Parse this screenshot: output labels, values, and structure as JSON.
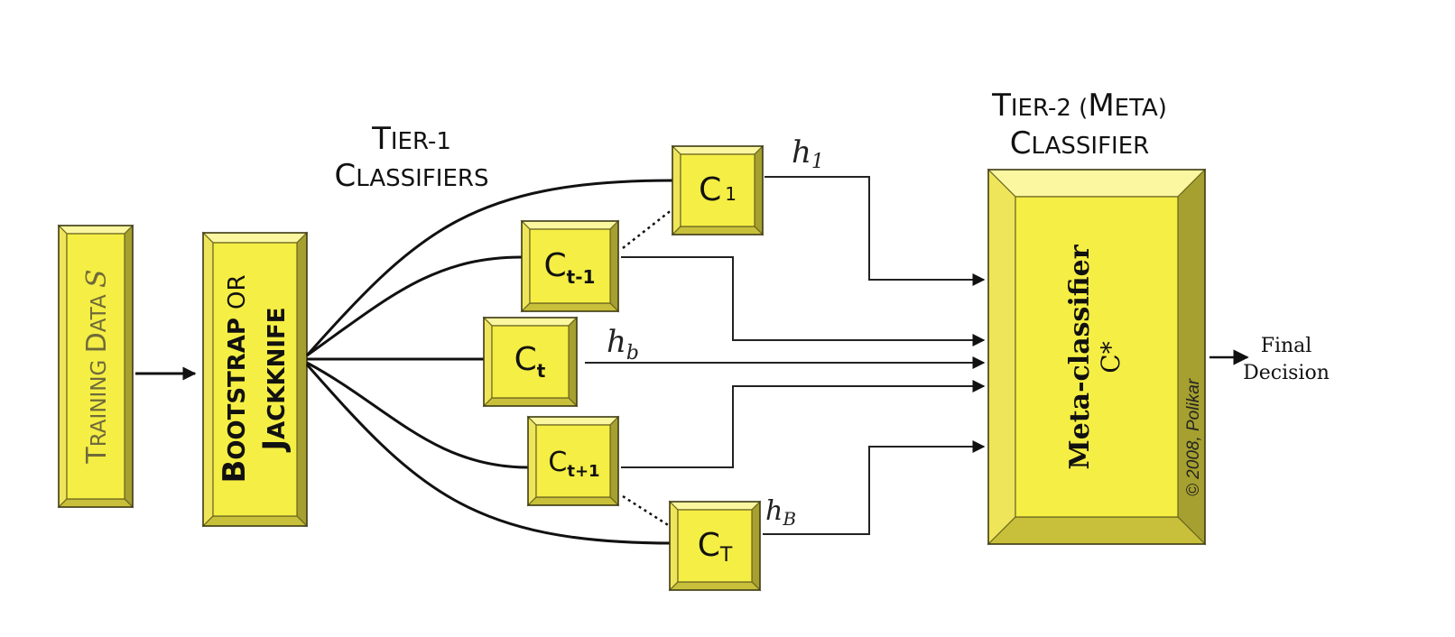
{
  "tier1": {
    "line1_initial": "T",
    "line1_rest": "IER-1",
    "line2_initial": "C",
    "line2_rest": "LASSIFIERS"
  },
  "tier2": {
    "line1_initial": "T",
    "line1_rest": "IER-2 (",
    "line1_initial2": "M",
    "line1_rest2": "ETA)",
    "line2_initial": "C",
    "line2_rest": "LASSIFIER"
  },
  "training": {
    "w1_initial": "T",
    "w1_rest": "RAINING ",
    "w2_initial": "D",
    "w2_rest": "ATA ",
    "set": "S"
  },
  "sampler": {
    "w1_initial": "B",
    "w1_rest": "OOTSTRAP ",
    "or": "OR",
    "w2_initial": "J",
    "w2_rest": "ACKKNIFE"
  },
  "classifiers": [
    {
      "base": "C",
      "sub": "1"
    },
    {
      "base": "C",
      "sub": "t-1"
    },
    {
      "base": "C",
      "sub": "t"
    },
    {
      "base": "C",
      "sub": "t+1"
    },
    {
      "base": "C",
      "sub": "T"
    }
  ],
  "hypotheses": {
    "h1": {
      "base": "h",
      "sub": "1"
    },
    "hb": {
      "base": "h",
      "sub": "b"
    },
    "hB": {
      "base": "h",
      "sub": "B"
    }
  },
  "meta": {
    "label": "Meta-classifier",
    "symbol": "C*"
  },
  "copyright": "© 2008, Polikar",
  "output": {
    "line1": "Final",
    "line2": "Decision"
  },
  "colors": {
    "box_face": "#f5ee45",
    "bevel_top": "#fbf7a0",
    "bevel_left": "#efe55a",
    "bevel_right": "#a6a030",
    "bevel_bottom": "#c8c03a",
    "outline": "#6b6620"
  }
}
